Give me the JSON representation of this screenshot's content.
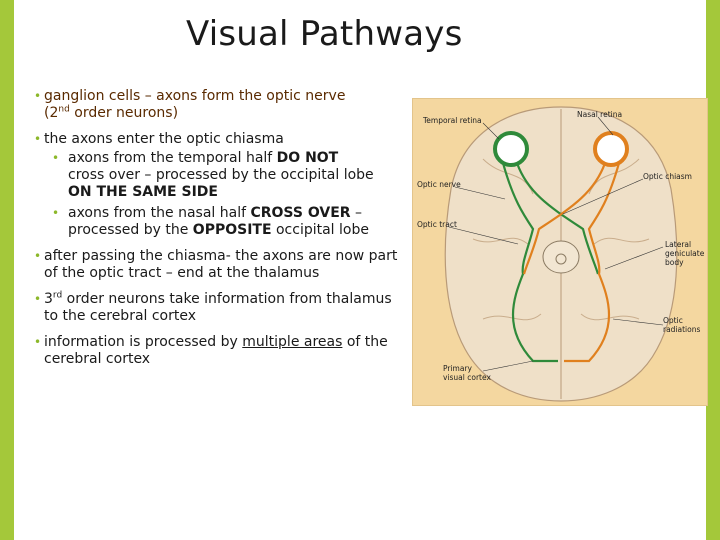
{
  "title": "Visual Pathways",
  "bullets": {
    "b1": {
      "text": "ganglion cells – axons form the optic nerve",
      "cont": "(2",
      "sup": "nd",
      "cont2": " order neurons)"
    },
    "b2": {
      "text": "the axons enter the optic chiasma"
    },
    "b2a": {
      "pre": "axons from the temporal half ",
      "bold1": "DO NOT",
      "line2": "cross over – processed by the occipital lobe",
      "bold2": "ON THE SAME SIDE"
    },
    "b2b": {
      "pre": "axons from the nasal half ",
      "bold1": "CROSS OVER",
      "mid": " –",
      "line2pre": "processed by the ",
      "bold2": "OPPOSITE",
      "line2post": " occipital lobe"
    },
    "b3": {
      "text": "after passing the chiasma- the axons are now part of the optic tract – end at the thalamus"
    },
    "b4": {
      "pre": "3",
      "sup": "rd",
      "post": " order neurons take information from thalamus to the cerebral cortex"
    },
    "b5": {
      "pre": "information is processed by ",
      "u": "multiple areas",
      "post": " of the cerebral cortex"
    }
  },
  "figure": {
    "labels": {
      "temporal_retina": "Temporal retina",
      "nasal_retina": "Nasal retina",
      "optic_nerve": "Optic nerve",
      "optic_chiasm": "Optic chiasm",
      "optic_tract": "Optic tract",
      "lateral_geniculate_1": "Lateral",
      "lateral_geniculate_2": "geniculate",
      "lateral_geniculate_3": "body",
      "optic_radiations_1": "Optic",
      "optic_radiations_2": "radiations",
      "primary_visual_cortex_1": "Primary",
      "primary_visual_cortex_2": "visual cortex"
    },
    "colors": {
      "left_pathway": "#2f8a3a",
      "right_pathway": "#e0801e",
      "background": "#f4d7a0"
    }
  }
}
